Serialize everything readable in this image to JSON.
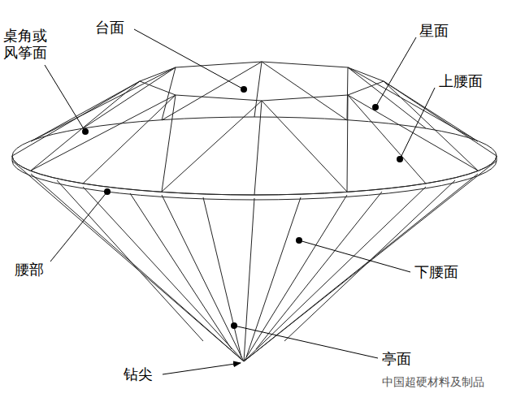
{
  "diagram": {
    "labels": [
      "台面",
      "桌角或 风筝面",
      "星面",
      "上腰面",
      "腰部",
      "下腰面",
      "亭面",
      "钻尖",
      "中国超硬材料及制品"
    ]
  }
}
